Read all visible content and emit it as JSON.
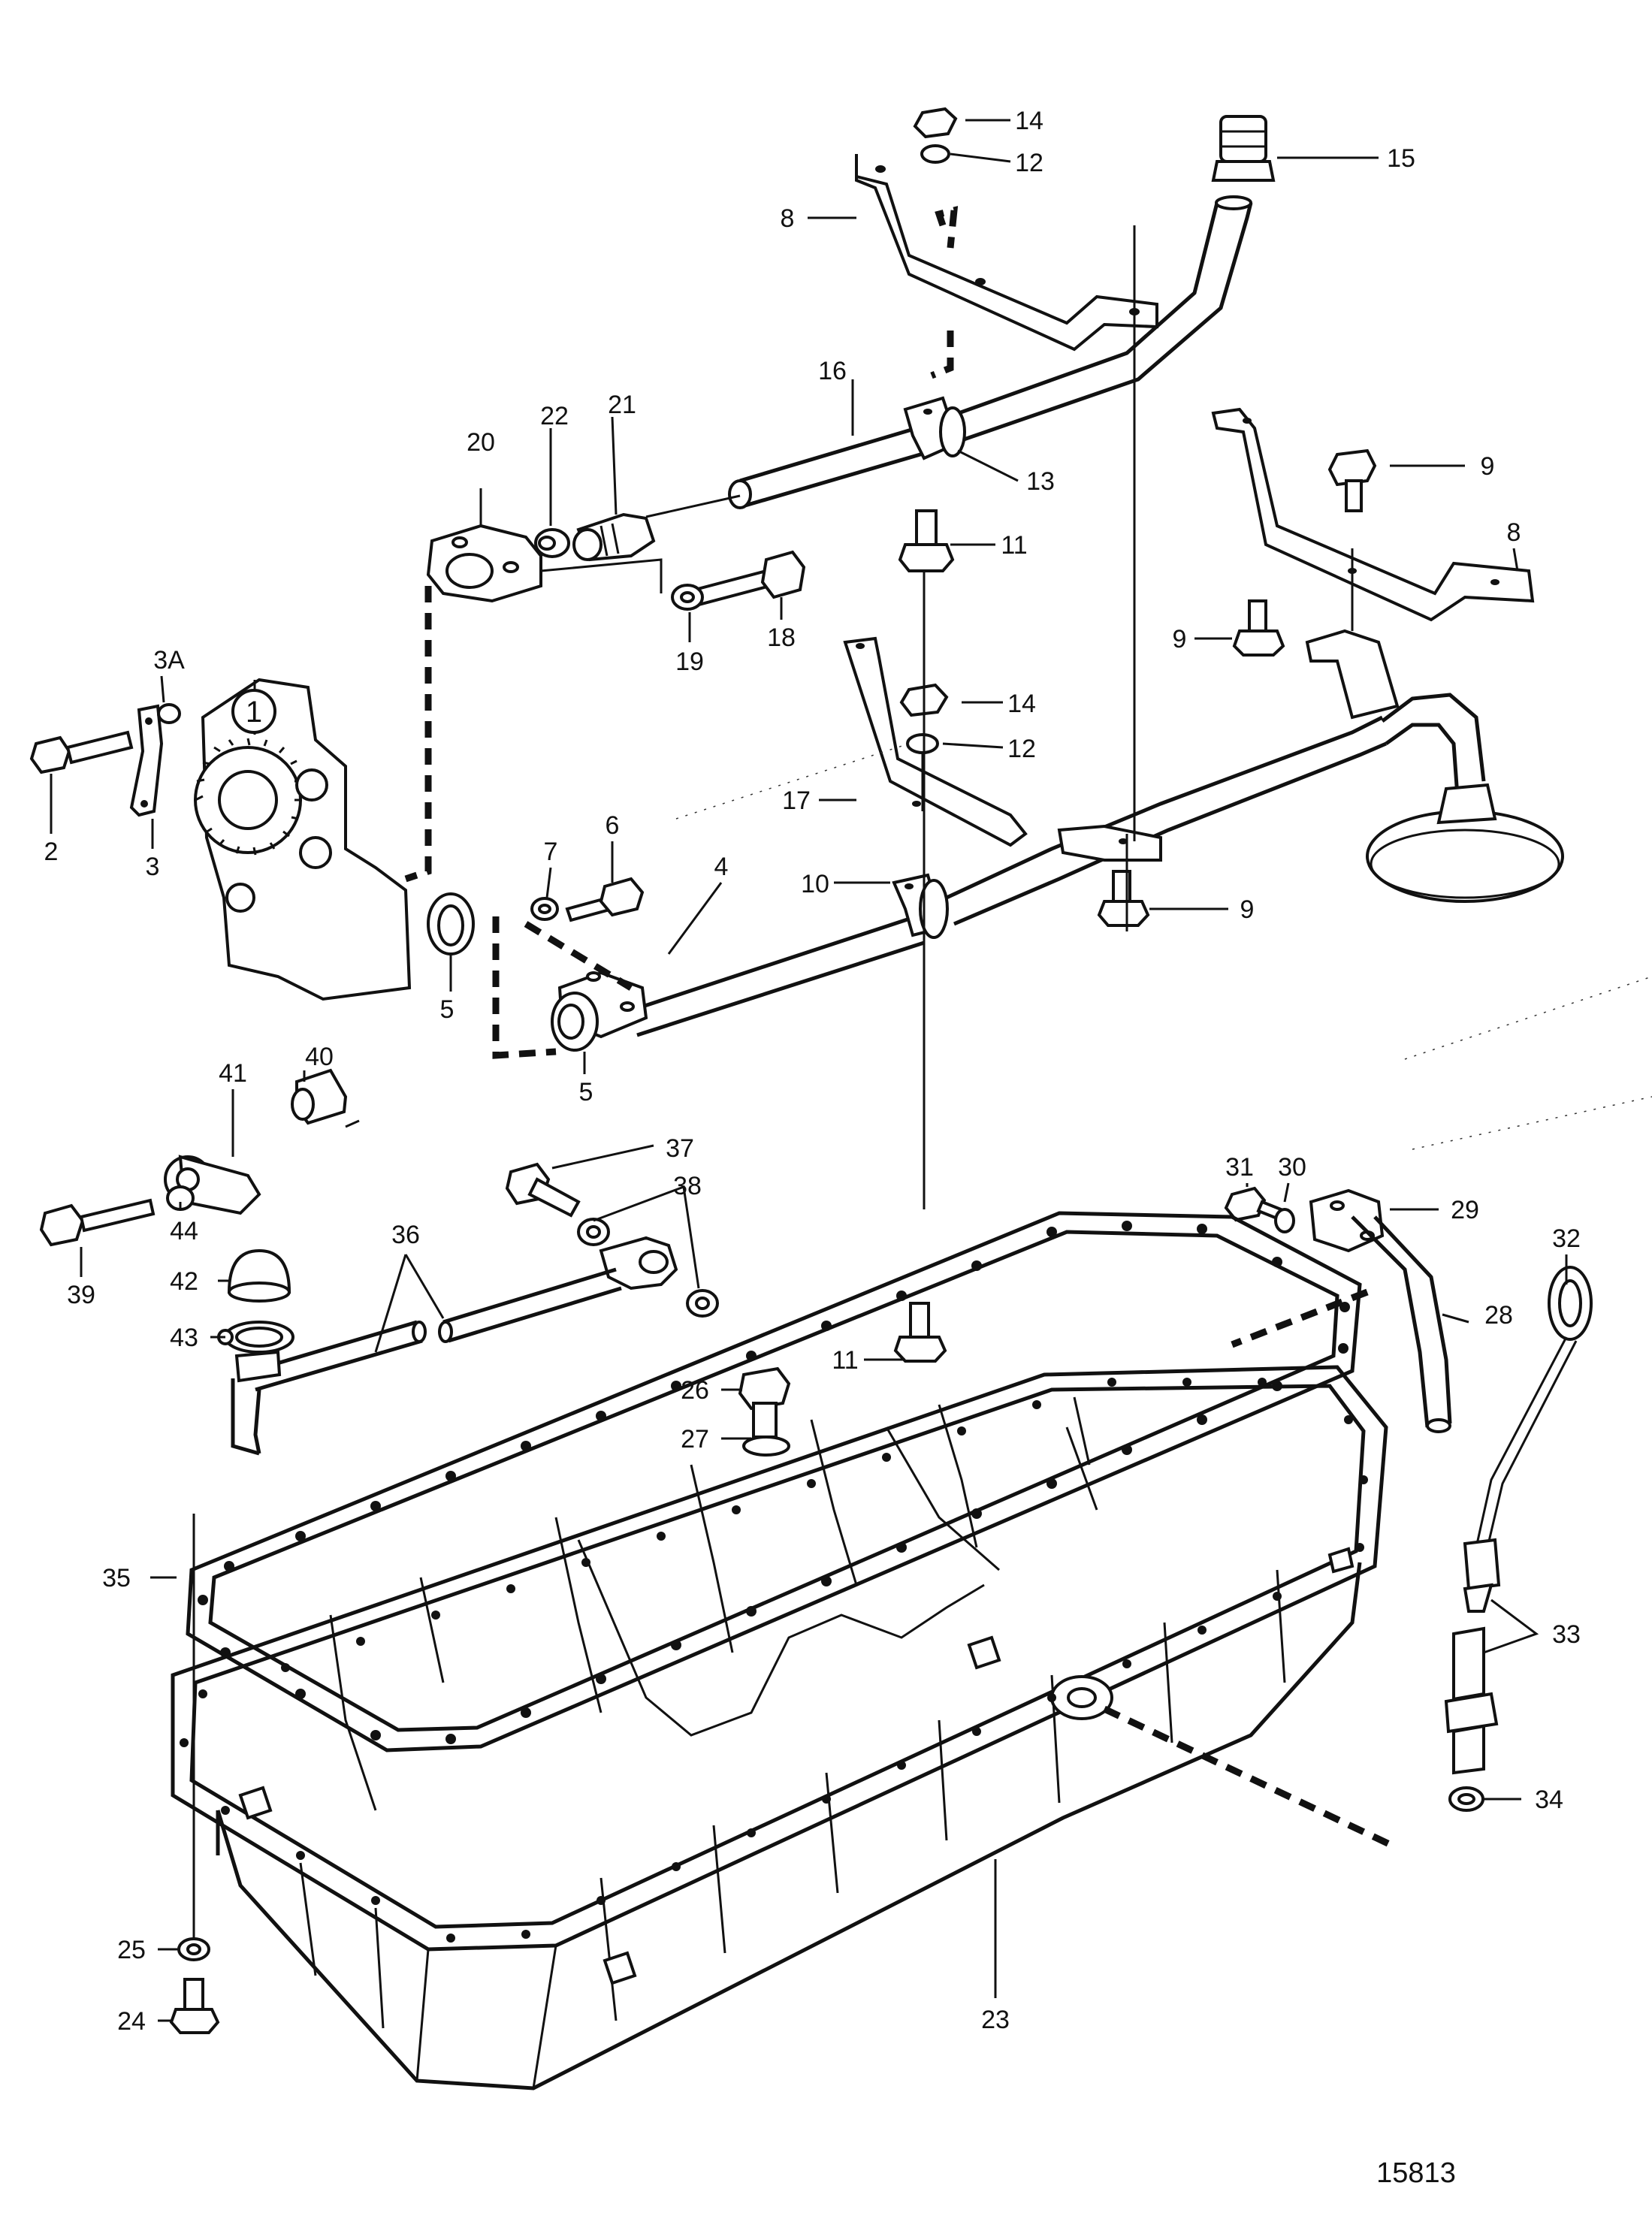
{
  "diagram": {
    "reference_number": "15813",
    "callouts": [
      {
        "id": "c1",
        "text": "1"
      },
      {
        "id": "c2",
        "text": "2"
      },
      {
        "id": "c3",
        "text": "3"
      },
      {
        "id": "c3a",
        "text": "3A"
      },
      {
        "id": "c4",
        "text": "4"
      },
      {
        "id": "c5a",
        "text": "5"
      },
      {
        "id": "c5b",
        "text": "5"
      },
      {
        "id": "c6",
        "text": "6"
      },
      {
        "id": "c7",
        "text": "7"
      },
      {
        "id": "c8a",
        "text": "8"
      },
      {
        "id": "c8b",
        "text": "8"
      },
      {
        "id": "c9a",
        "text": "9"
      },
      {
        "id": "c9b",
        "text": "9"
      },
      {
        "id": "c9c",
        "text": "9"
      },
      {
        "id": "c10",
        "text": "10"
      },
      {
        "id": "c11a",
        "text": "11"
      },
      {
        "id": "c11b",
        "text": "11"
      },
      {
        "id": "c12a",
        "text": "12"
      },
      {
        "id": "c12b",
        "text": "12"
      },
      {
        "id": "c13",
        "text": "13"
      },
      {
        "id": "c14a",
        "text": "14"
      },
      {
        "id": "c14b",
        "text": "14"
      },
      {
        "id": "c15",
        "text": "15"
      },
      {
        "id": "c16",
        "text": "16"
      },
      {
        "id": "c17",
        "text": "17"
      },
      {
        "id": "c18",
        "text": "18"
      },
      {
        "id": "c19",
        "text": "19"
      },
      {
        "id": "c20",
        "text": "20"
      },
      {
        "id": "c21",
        "text": "21"
      },
      {
        "id": "c22",
        "text": "22"
      },
      {
        "id": "c23",
        "text": "23"
      },
      {
        "id": "c24",
        "text": "24"
      },
      {
        "id": "c25",
        "text": "25"
      },
      {
        "id": "c26",
        "text": "26"
      },
      {
        "id": "c27",
        "text": "27"
      },
      {
        "id": "c28",
        "text": "28"
      },
      {
        "id": "c29",
        "text": "29"
      },
      {
        "id": "c30",
        "text": "30"
      },
      {
        "id": "c31",
        "text": "31"
      },
      {
        "id": "c32",
        "text": "32"
      },
      {
        "id": "c33",
        "text": "33"
      },
      {
        "id": "c34",
        "text": "34"
      },
      {
        "id": "c35",
        "text": "35"
      },
      {
        "id": "c36",
        "text": "36"
      },
      {
        "id": "c37",
        "text": "37"
      },
      {
        "id": "c38",
        "text": "38"
      },
      {
        "id": "c39",
        "text": "39"
      },
      {
        "id": "c40",
        "text": "40"
      },
      {
        "id": "c41",
        "text": "41"
      },
      {
        "id": "c42",
        "text": "42"
      },
      {
        "id": "c43",
        "text": "43"
      },
      {
        "id": "c44",
        "text": "44"
      }
    ]
  }
}
